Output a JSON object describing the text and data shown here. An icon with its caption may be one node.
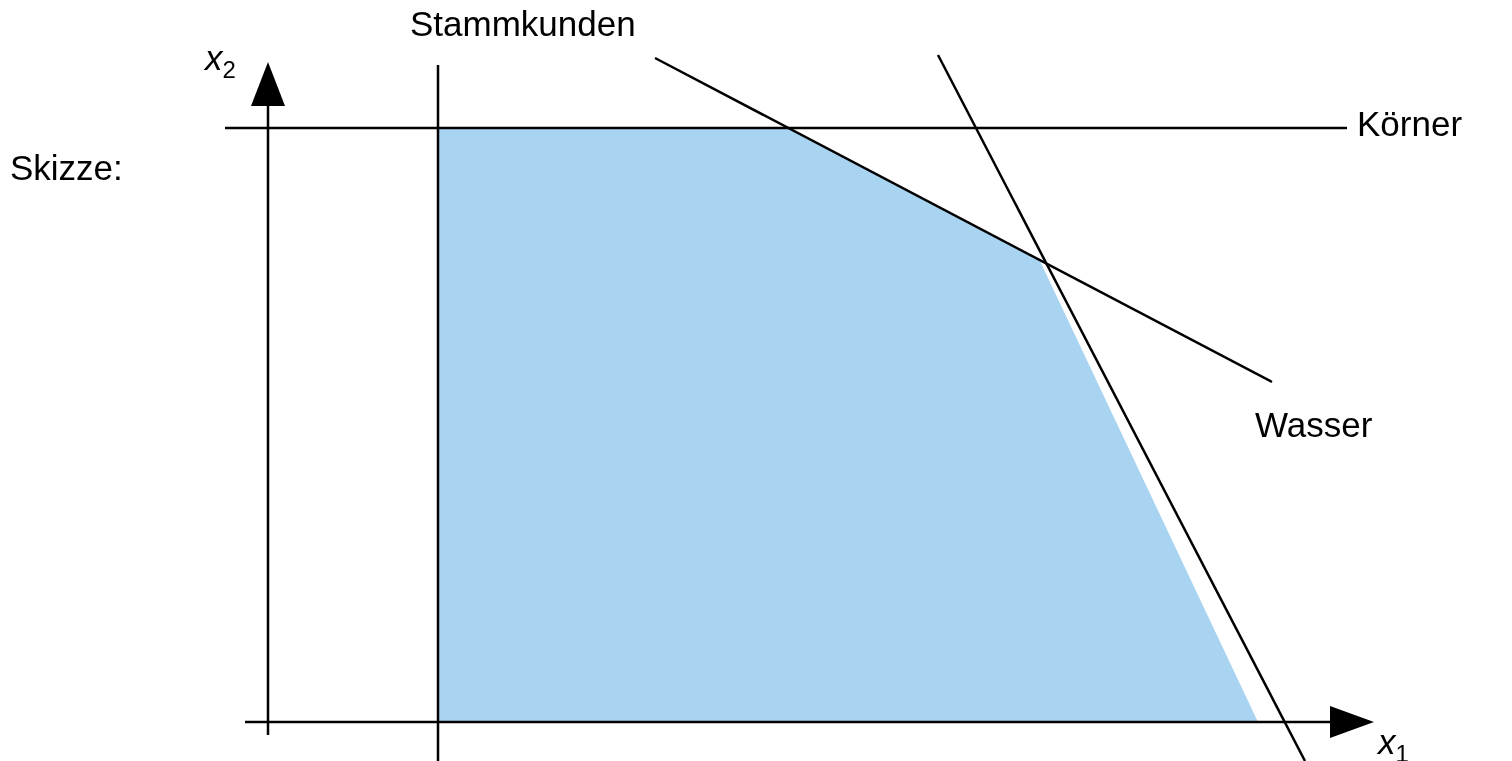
{
  "diagram": {
    "labels": [
      "Stammkunden",
      "*x*$_{2}$",
      "Körner",
      "Skizze:",
      "Wasser",
      "*x*$_{1}$"
    ]
  }
}
